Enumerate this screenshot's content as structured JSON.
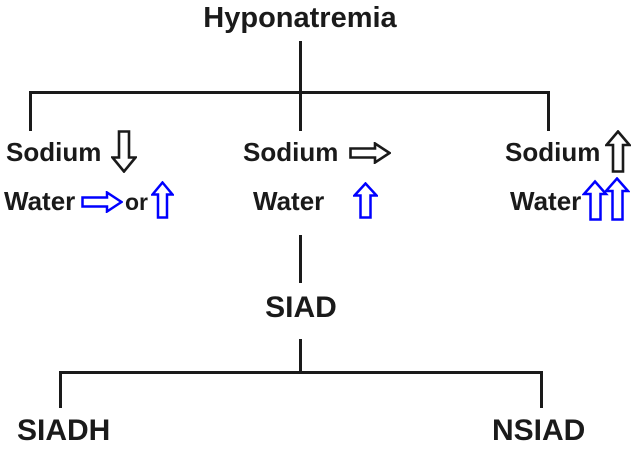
{
  "title": "Hyponatremia",
  "colors": {
    "line": "#1a1a1a",
    "text": "#1a1a1a",
    "sodium_arrow": "#1a1a1a",
    "water_arrow": "#0000ff"
  },
  "branches": {
    "left": {
      "sodium_label": "Sodium",
      "sodium_arrow_icon": "arrow-down-outline-black",
      "water_label": "Water",
      "water_arrow_icons": [
        "arrow-right-outline-blue",
        "arrow-up-outline-blue"
      ],
      "or_label": "or"
    },
    "center": {
      "sodium_label": "Sodium",
      "sodium_arrow_icon": "arrow-right-outline-black",
      "water_label": "Water",
      "water_arrow_icons": [
        "arrow-up-outline-blue"
      ]
    },
    "right": {
      "sodium_label": "Sodium",
      "sodium_arrow_icon": "arrow-up-outline-black",
      "water_label": "Water",
      "water_arrow_icons": [
        "arrow-up-outline-blue",
        "arrow-up-outline-blue"
      ]
    }
  },
  "nodes": {
    "siad": "SIAD",
    "siadh": "SIADH",
    "nsiad": "NSIAD"
  }
}
